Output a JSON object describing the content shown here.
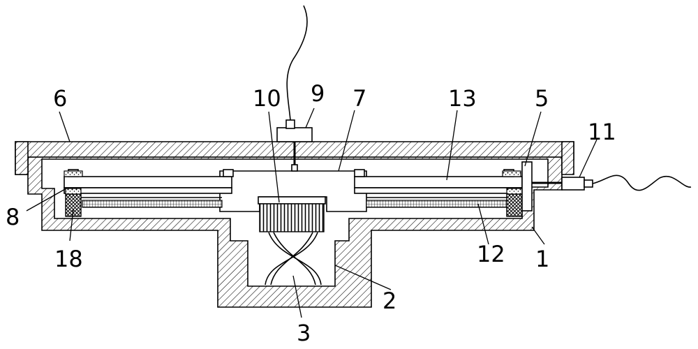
{
  "labels": {
    "l1": "1",
    "l2": "2",
    "l3": "3",
    "l5": "5",
    "l6": "6",
    "l7": "7",
    "l8": "8",
    "l9": "9",
    "l10": "10",
    "l11": "11",
    "l12": "12",
    "l13": "13",
    "l18": "18"
  }
}
